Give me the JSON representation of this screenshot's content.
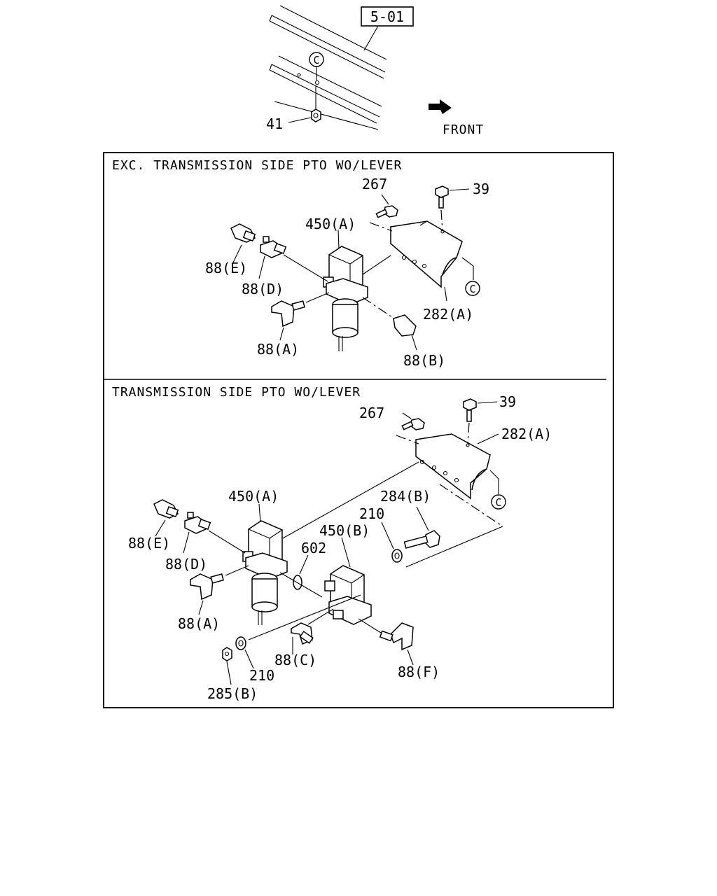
{
  "header": {
    "ref_code": "5-01",
    "front_label": "FRONT",
    "nut_label": "41",
    "connector_letter": "C"
  },
  "section_top": {
    "title": "EXC. TRANSMISSION SIDE PTO WO/LEVER",
    "labels": {
      "p267": "267",
      "p39": "39",
      "p450a": "450(A)",
      "p88e": "88(E)",
      "p88d": "88(D)",
      "p88a": "88(A)",
      "p88b": "88(B)",
      "p282a": "282(A)",
      "c": "C"
    }
  },
  "section_bottom": {
    "title": "TRANSMISSION SIDE PTO WO/LEVER",
    "labels": {
      "p267": "267",
      "p39": "39",
      "p282a": "282(A)",
      "c": "C",
      "p450a": "450(A)",
      "p284b": "284(B)",
      "p210a": "210",
      "p450b": "450(B)",
      "p602": "602",
      "p88e": "88(E)",
      "p88d": "88(D)",
      "p88a": "88(A)",
      "p88c": "88(C)",
      "p88f": "88(F)",
      "p210b": "210",
      "p285b": "285(B)"
    }
  }
}
